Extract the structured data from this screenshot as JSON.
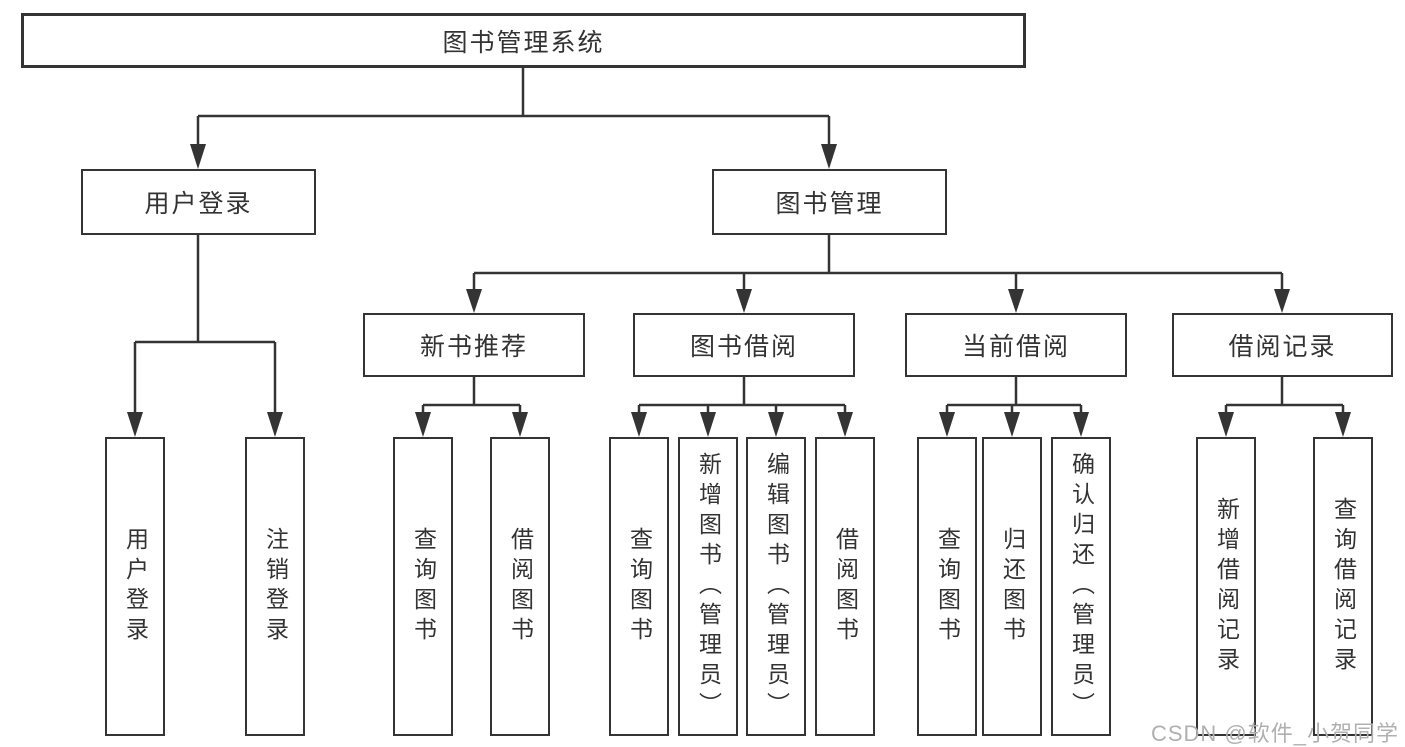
{
  "tree": {
    "label": "图书管理系统",
    "children": [
      {
        "label": "用户登录",
        "children": [
          {
            "label": "用户登录"
          },
          {
            "label": "注销登录"
          }
        ]
      },
      {
        "label": "图书管理",
        "children": [
          {
            "label": "新书推荐",
            "children": [
              {
                "label": "查询图书"
              },
              {
                "label": "借阅图书"
              }
            ]
          },
          {
            "label": "图书借阅",
            "children": [
              {
                "label": "查询图书"
              },
              {
                "label": "新增图书（管理员）"
              },
              {
                "label": "编辑图书（管理员）"
              },
              {
                "label": "借阅图书"
              }
            ]
          },
          {
            "label": "当前借阅",
            "children": [
              {
                "label": "查询图书"
              },
              {
                "label": "归还图书"
              },
              {
                "label": "确认归还（管理员）"
              }
            ]
          },
          {
            "label": "借阅记录",
            "children": [
              {
                "label": "新增借阅记录"
              },
              {
                "label": "查询借阅记录"
              }
            ]
          }
        ]
      }
    ]
  },
  "watermark": "CSDN @软件_小贺同学",
  "colors": {
    "line": "#343434",
    "text": "#333333",
    "watermark": "#b0b0b0",
    "background": "#ffffff"
  }
}
